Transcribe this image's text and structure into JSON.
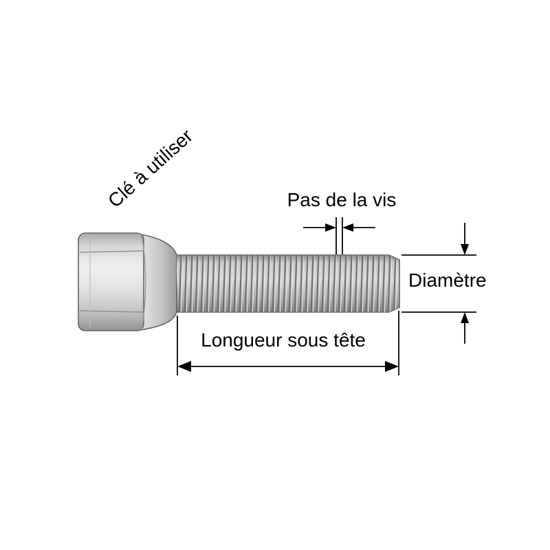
{
  "diagram": {
    "labels": {
      "wrench": "Clé à utiliser",
      "pitch": "Pas de la vis",
      "diameter": "Diamètre",
      "length": "Longueur sous tête"
    },
    "colors": {
      "background": "#ffffff",
      "annotation": "#000000",
      "bolt_light": "#ececec",
      "bolt_mid": "#c2c2c2",
      "bolt_dark": "#7e7e7e",
      "outline": "#646464"
    }
  }
}
